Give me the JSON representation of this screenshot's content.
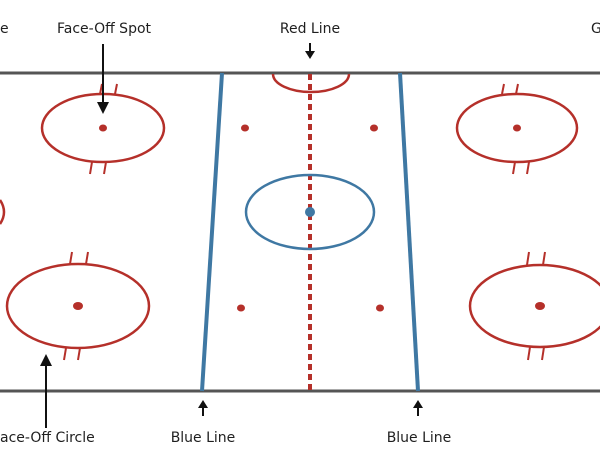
{
  "labels": {
    "left_top": "e",
    "face_off_spot": "Face-Off Spot",
    "red_line": "Red Line",
    "right_top": "G",
    "face_off_circle": "ace-Off Circle",
    "blue_line_left": "Blue Line",
    "blue_line_right": "Blue Line"
  },
  "colors": {
    "red": "#b5302a",
    "blue": "#3f78a3",
    "board": "#555555",
    "arrow": "#111111",
    "text": "#1f1f1f"
  }
}
